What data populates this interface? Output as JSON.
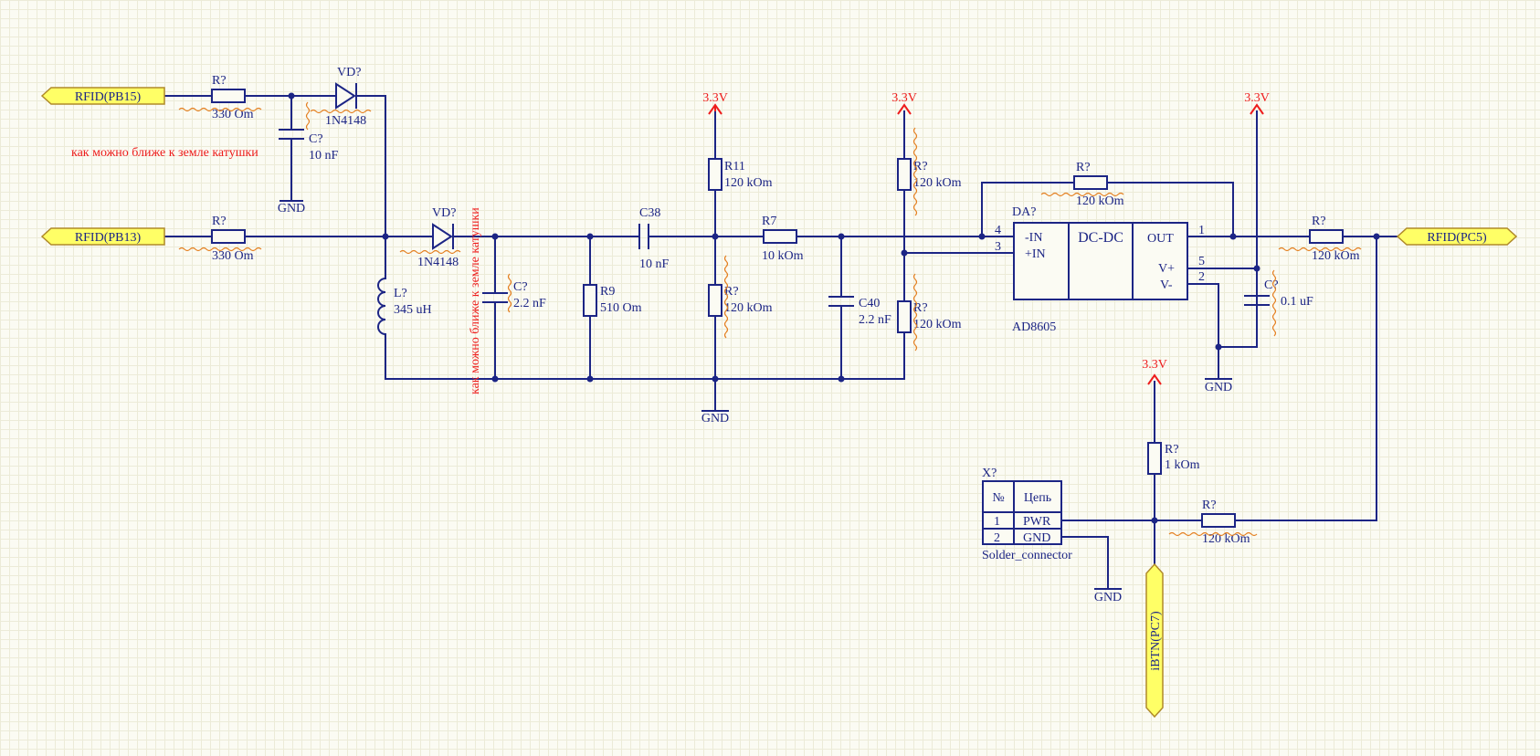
{
  "ports": {
    "rfid_pb15": "RFID(PB15)",
    "rfid_pb13": "RFID(PB13)",
    "rfid_pc5": "RFID(PC5)",
    "ibtn_pc7": "iBTN(PC7)"
  },
  "power": {
    "vcc": "3.3V",
    "gnd": "GND"
  },
  "components": {
    "r_pb15": {
      "ref": "R?",
      "value": "330 Om"
    },
    "r_pb13": {
      "ref": "R?",
      "value": "330 Om"
    },
    "vd_top": {
      "ref": "VD?",
      "value": "1N4148"
    },
    "vd_mid": {
      "ref": "VD?",
      "value": "1N4148"
    },
    "c_top": {
      "ref": "C?",
      "value": "10 nF"
    },
    "l1": {
      "ref": "L?",
      "value": "345 uH"
    },
    "c_22": {
      "ref": "C?",
      "value": "2.2 nF"
    },
    "r9": {
      "ref": "R9",
      "value": "510 Om"
    },
    "c38": {
      "ref": "C38",
      "value": "10 nF"
    },
    "r11": {
      "ref": "R11",
      "value": "120 kOm"
    },
    "r_bot1": {
      "ref": "R?",
      "value": "120 kOm"
    },
    "r7": {
      "ref": "R7",
      "value": "10 kOm"
    },
    "c40": {
      "ref": "C40",
      "value": "2.2 nF"
    },
    "r_div_top": {
      "ref": "R?",
      "value": "120 kOm"
    },
    "r_div_bot": {
      "ref": "R?",
      "value": "120 kOm"
    },
    "r_fb": {
      "ref": "R?",
      "value": "120 kOm"
    },
    "da": {
      "ref": "DA?",
      "name": "DC-DC",
      "part": "AD8605",
      "pin_in_neg": "-IN",
      "pin_in_pos": "+IN",
      "pin_out": "OUT",
      "pin_vp": "V+",
      "pin_vm": "V-",
      "pn4": "4",
      "pn3": "3",
      "pn1": "1",
      "pn5": "5",
      "pn2": "2"
    },
    "r_out": {
      "ref": "R?",
      "value": "120 kOm"
    },
    "c_01": {
      "ref": "C?",
      "value": "0.1 uF"
    },
    "r_1k": {
      "ref": "R?",
      "value": "1 kOm"
    },
    "r_btn": {
      "ref": "R?",
      "value": "120 kOm"
    }
  },
  "connector": {
    "ref": "X?",
    "part": "Solder_connector",
    "col_num": "№",
    "col_net": "Цепь",
    "rows": [
      {
        "num": "1",
        "net": "PWR"
      },
      {
        "num": "2",
        "net": "GND"
      }
    ]
  },
  "notes": {
    "near_coil_1": "как можно ближе к земле катушки",
    "near_coil_2": "как можно ближе к земле катушки"
  },
  "colors": {
    "wire": "#1c2585",
    "power_symbol": "#ee1c1c",
    "note_text": "#ee1c1c",
    "port_fill": "#ffff66",
    "background": "#fbfbf3"
  }
}
